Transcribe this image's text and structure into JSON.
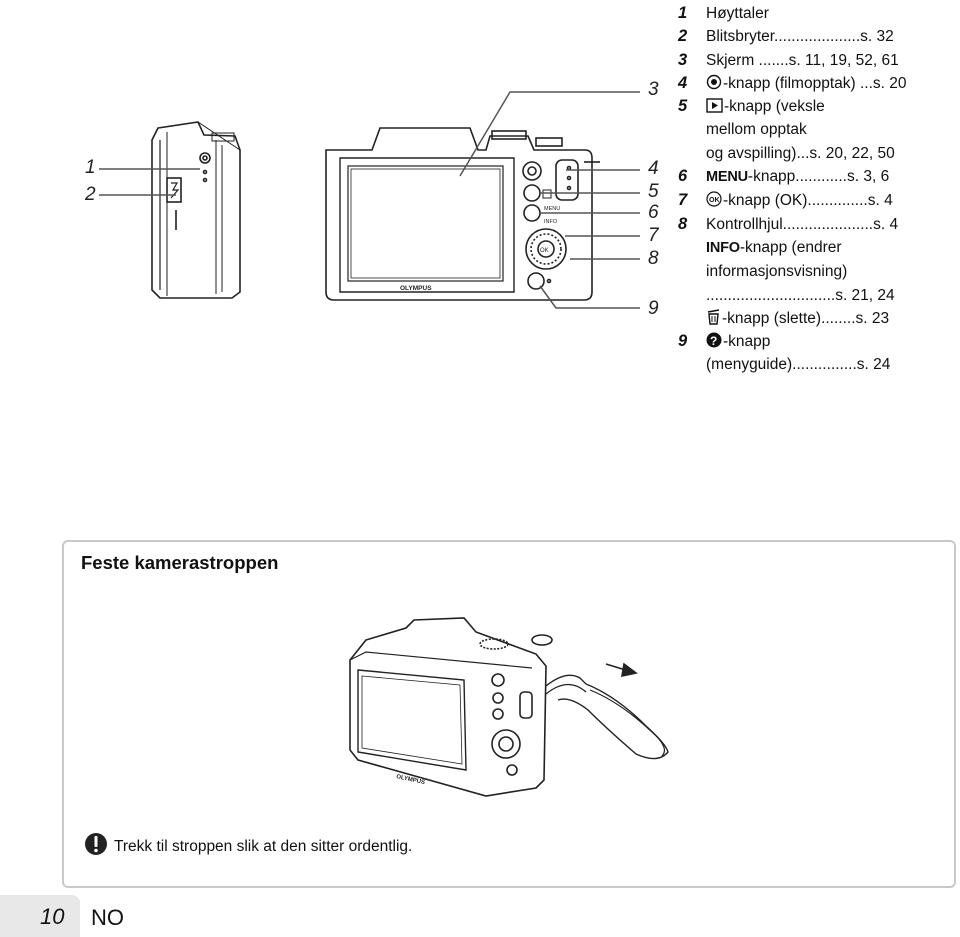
{
  "callouts": [
    "1",
    "2",
    "3",
    "4",
    "5",
    "6",
    "7",
    "8",
    "9"
  ],
  "parts": [
    {
      "num": "1",
      "text": "Høyttaler"
    },
    {
      "num": "2",
      "text": "Blitsbryter....................s. 32"
    },
    {
      "num": "3",
      "text": "Skjerm .......s. 11, 19, 52, 61"
    },
    {
      "num": "4",
      "icon": "movie-record-icon",
      "text": "-knapp (filmopptak) ...s. 20"
    },
    {
      "num": "5",
      "icon": "playback-icon",
      "text": "-knapp (veksle"
    },
    {
      "num": "",
      "text": "mellom opptak"
    },
    {
      "num": "",
      "text": "og avspilling)...s. 20, 22, 50"
    },
    {
      "num": "6",
      "menu": "MENU",
      "text": "-knapp............s. 3, 6"
    },
    {
      "num": "7",
      "icon": "ok-icon",
      "text": "-knapp (OK)..............s. 4"
    },
    {
      "num": "8",
      "text": "Kontrollhjul.....................s. 4"
    },
    {
      "num": "",
      "menu": "INFO",
      "text": "-knapp (endrer"
    },
    {
      "num": "",
      "text": "informasjonsvisning)"
    },
    {
      "num": "",
      "text": "..............................s. 21, 24"
    },
    {
      "num": "",
      "icon": "trash-icon",
      "text": "-knapp (slette)........s. 23"
    },
    {
      "num": "9",
      "icon": "help-icon",
      "text": "-knapp"
    },
    {
      "num": "",
      "text": "(menyguide)...............s. 24"
    }
  ],
  "camera_labels": {
    "brand": "OLYMPUS",
    "menu": "MENU",
    "info": "INFO",
    "ok": "OK"
  },
  "section": {
    "title": "Feste kamerastroppen",
    "note": "Trekk til stroppen slik at den sitter ordentlig.",
    "note_icon": "caution-icon"
  },
  "footer": {
    "page": "10",
    "lang": "NO"
  }
}
